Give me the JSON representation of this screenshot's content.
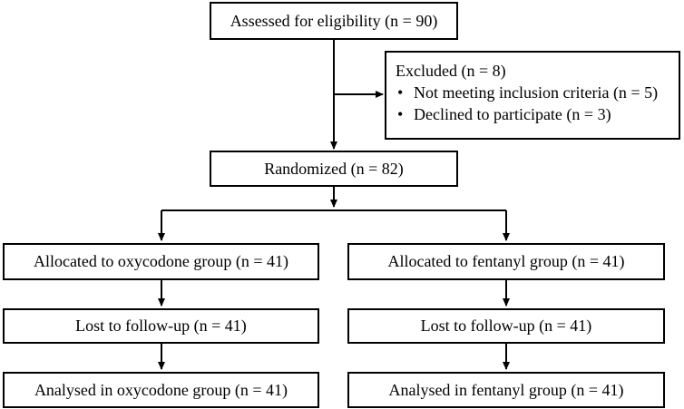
{
  "flow": {
    "eligibility": "Assessed for eligibility (n = 90)",
    "excluded": {
      "title": "Excluded (n = 8)",
      "reasons": [
        "Not meeting inclusion criteria (n = 5)",
        "Declined to participate (n = 3)"
      ]
    },
    "randomized": "Randomized (n = 82)",
    "left_arm": {
      "allocated": "Allocated to oxycodone group (n = 41)",
      "lost": "Lost to follow-up (n = 41)",
      "analysed": "Analysed in oxycodone group (n = 41)"
    },
    "right_arm": {
      "allocated": "Allocated to fentanyl group (n = 41)",
      "lost": "Lost to follow-up (n = 41)",
      "analysed": "Analysed in fentanyl group (n = 41)"
    }
  },
  "colors": {
    "stroke": "#000000",
    "background": "#ffffff"
  }
}
